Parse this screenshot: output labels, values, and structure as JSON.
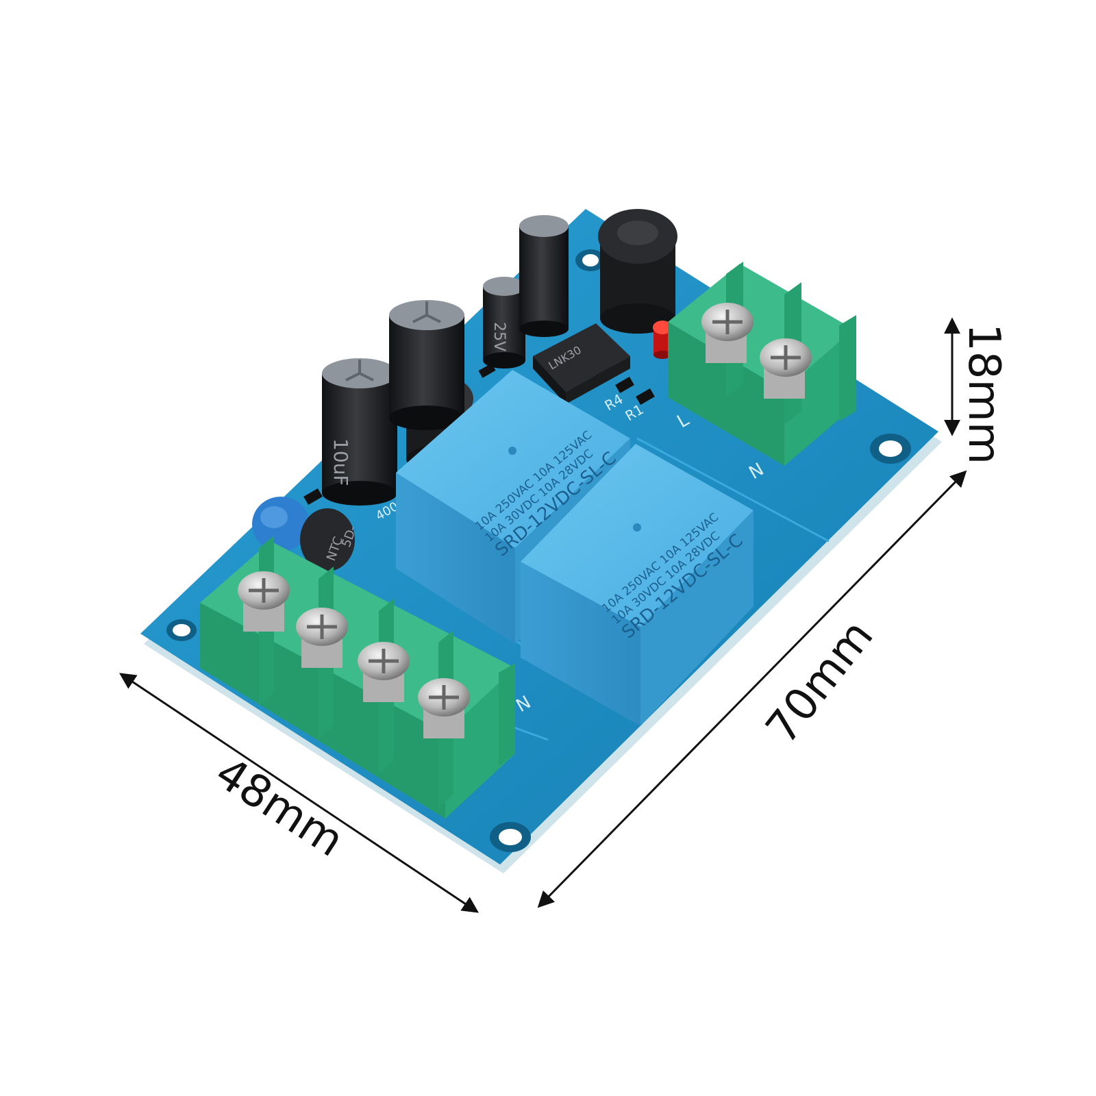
{
  "dimensions": {
    "width": "48mm",
    "length": "70mm",
    "height": "18mm"
  },
  "relays": [
    {
      "rating_line_1": "10A 250VAC  10A 125VAC",
      "rating_line_2": "10A  30VDC  10A  28VDC",
      "model": "SRD-12VDC-SL-C"
    },
    {
      "rating_line_1": "10A 250VAC  10A 125VAC",
      "rating_line_2": "10A  30VDC  10A  28VDC",
      "model": "SRD-12VDC-SL-C"
    }
  ],
  "silkscreen": {
    "label_l": "L",
    "label_n_right": "N",
    "label_n_bottom": "N",
    "label_r1": "R1",
    "label_r4": "R4",
    "label_400": "400",
    "label_ntc": "NTC",
    "label_5d": "5D-",
    "label_ic": "LNK30"
  },
  "capacitor_text": {
    "cap_a": "10uF",
    "cap_b": "25V"
  },
  "colors": {
    "pcb": "#1f8fc4",
    "relay": "#4db3e6",
    "terminal": "#2fa77a",
    "capacitor": "#1e1f22",
    "led": "#e02020"
  }
}
